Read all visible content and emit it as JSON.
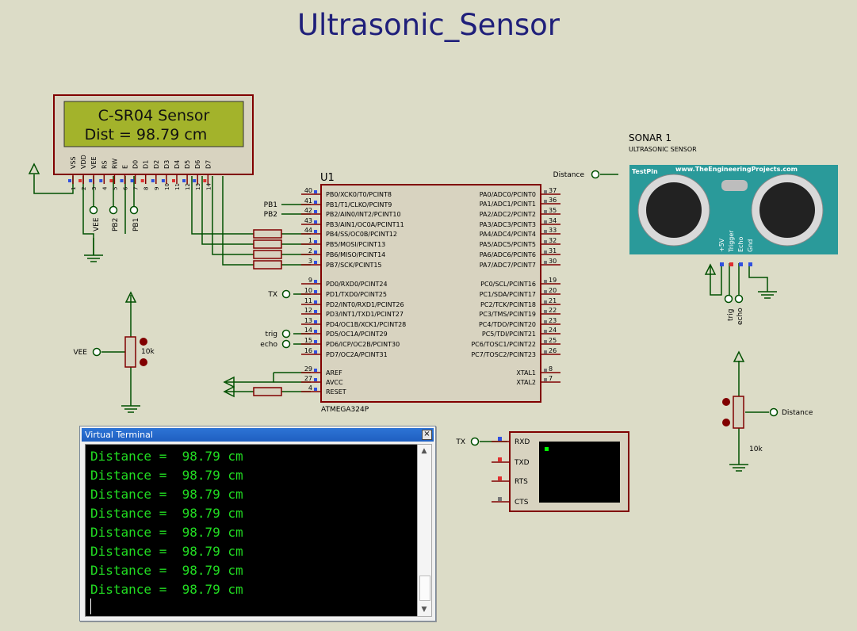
{
  "title": "Ultrasonic_Sensor",
  "lcd": {
    "line1": "C-SR04 Sensor",
    "line2": "Dist = 98.79 cm",
    "pin_names": [
      "VSS",
      "VDD",
      "VEE",
      "RS",
      "RW",
      "E",
      "D0",
      "D1",
      "D2",
      "D3",
      "D4",
      "D5",
      "D6",
      "D7"
    ],
    "pin_numbers": [
      "1",
      "2",
      "3",
      "4",
      "5",
      "6",
      "7",
      "8",
      "9",
      "10",
      "11",
      "12",
      "13",
      "14"
    ],
    "terminals": [
      "VEE",
      "PB2",
      "PB1"
    ]
  },
  "mcu": {
    "ref": "U1",
    "part": "ATMEGA324P",
    "left_pins": [
      {
        "num": "40",
        "name": "PB0/XCK0/T0/PCINT8"
      },
      {
        "num": "41",
        "name": "PB1/T1/CLKO/PCINT9"
      },
      {
        "num": "42",
        "name": "PB2/AIN0/INT2/PCINT10"
      },
      {
        "num": "43",
        "name": "PB3/AIN1/OC0A/PCINT11"
      },
      {
        "num": "44",
        "name": "PB4/SS/OC0B/PCINT12"
      },
      {
        "num": "1",
        "name": "PB5/MOSI/PCINT13"
      },
      {
        "num": "2",
        "name": "PB6/MISO/PCINT14"
      },
      {
        "num": "3",
        "name": "PB7/SCK/PCINT15"
      },
      {
        "num": "9",
        "name": "PD0/RXD0/PCINT24"
      },
      {
        "num": "10",
        "name": "PD1/TXD0/PCINT25"
      },
      {
        "num": "11",
        "name": "PD2/INT0/RXD1/PCINT26"
      },
      {
        "num": "12",
        "name": "PD3/INT1/TXD1/PCINT27"
      },
      {
        "num": "13",
        "name": "PD4/OC1B/XCK1/PCINT28"
      },
      {
        "num": "14",
        "name": "PD5/OC1A/PCINT29"
      },
      {
        "num": "15",
        "name": "PD6/ICP/OC2B/PCINT30"
      },
      {
        "num": "16",
        "name": "PD7/OC2A/PCINT31"
      },
      {
        "num": "29",
        "name": "AREF"
      },
      {
        "num": "27",
        "name": "AVCC"
      },
      {
        "num": "4",
        "name": "RESET"
      }
    ],
    "right_pins": [
      {
        "num": "37",
        "name": "PA0/ADC0/PCINT0"
      },
      {
        "num": "36",
        "name": "PA1/ADC1/PCINT1"
      },
      {
        "num": "35",
        "name": "PA2/ADC2/PCINT2"
      },
      {
        "num": "34",
        "name": "PA3/ADC3/PCINT3"
      },
      {
        "num": "33",
        "name": "PA4/ADC4/PCINT4"
      },
      {
        "num": "32",
        "name": "PA5/ADC5/PCINT5"
      },
      {
        "num": "31",
        "name": "PA6/ADC6/PCINT6"
      },
      {
        "num": "30",
        "name": "PA7/ADC7/PCINT7"
      },
      {
        "num": "19",
        "name": "PC0/SCL/PCINT16"
      },
      {
        "num": "20",
        "name": "PC1/SDA/PCINT17"
      },
      {
        "num": "21",
        "name": "PC2/TCK/PCINT18"
      },
      {
        "num": "22",
        "name": "PC3/TMS/PCINT19"
      },
      {
        "num": "23",
        "name": "PC4/TDO/PCINT20"
      },
      {
        "num": "24",
        "name": "PC5/TDI/PCINT21"
      },
      {
        "num": "25",
        "name": "PC6/TOSC1/PCINT22"
      },
      {
        "num": "26",
        "name": "PC7/TOSC2/PCINT23"
      },
      {
        "num": "8",
        "name": "XTAL1"
      },
      {
        "num": "7",
        "name": "XTAL2"
      }
    ],
    "terminals": {
      "pb1": "PB1",
      "pb2": "PB2",
      "tx": "TX",
      "trig": "trig",
      "echo": "echo"
    }
  },
  "sonar": {
    "ref": "SONAR 1",
    "type": "ULTRASONIC SENSOR",
    "website": "www.TheEngineeringProjects.com",
    "test_pin": "TestPin",
    "pins": [
      "+5V",
      "Trigger",
      "Echo",
      "Gnd"
    ],
    "terminals": [
      "trig",
      "echo"
    ],
    "distance_terminal": "Distance"
  },
  "pot_left": {
    "terminal": "VEE",
    "value": "10k"
  },
  "pot_right": {
    "terminal": "Distance",
    "value": "10k"
  },
  "serial": {
    "terminal": "TX",
    "pins": [
      "RXD",
      "TXD",
      "RTS",
      "CTS"
    ]
  },
  "terminal_window": {
    "title": "Virtual Terminal",
    "close": "×",
    "lines": [
      "Distance =  98.79 cm",
      "Distance =  98.79 cm",
      "Distance =  98.79 cm",
      "Distance =  98.79 cm",
      "Distance =  98.79 cm",
      "Distance =  98.79 cm",
      "Distance =  98.79 cm",
      "Distance =  98.79 cm"
    ]
  },
  "colors": {
    "wire": "#005000",
    "body": "#d8d3c0",
    "outline": "#800000",
    "lcd_bg": "#a3b32b",
    "sonar": "#2a9a9a",
    "text": "#000000",
    "title": "#1f1f7a",
    "terminal_text": "#22dd22"
  }
}
